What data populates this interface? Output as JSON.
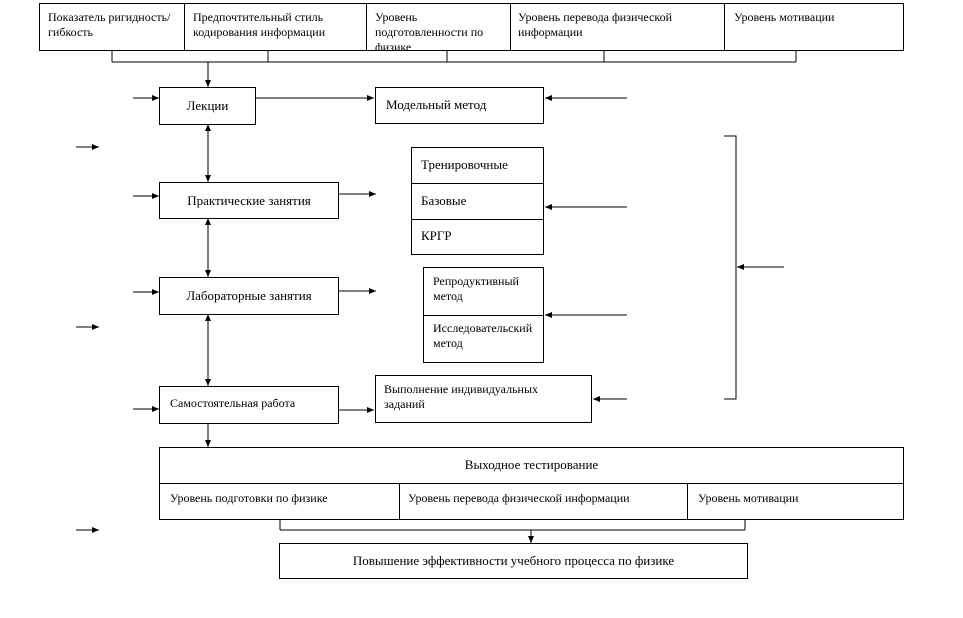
{
  "indicators": [
    "Показатель ригидность/гибкость",
    "Предпочтительный стиль кодирования информации",
    "Уровень подготовленности по физике",
    "Уровень перевода физической информации",
    "Уровень мотивации"
  ],
  "forms": {
    "lectures": "Лекции",
    "practical": "Практические занятия",
    "laboratory": "Лабораторные занятия",
    "independent": "Самостоятельная работа"
  },
  "methods": {
    "model": "Модельный метод",
    "training": "Тренировочные",
    "basic": "Базовые",
    "krgr": "КРГР",
    "reproductive": "Репродуктивный метод",
    "research": "Исследовательский метод",
    "individual_tasks": "Выполнение индивидуальных заданий"
  },
  "exit_test": {
    "title": "Выходное тестирование",
    "items": [
      "Уровень подготовки  по физике",
      "Уровень перевода физической информации",
      "Уровень мотивации"
    ]
  },
  "result": "Повышение эффективности учебного процесса по физике"
}
